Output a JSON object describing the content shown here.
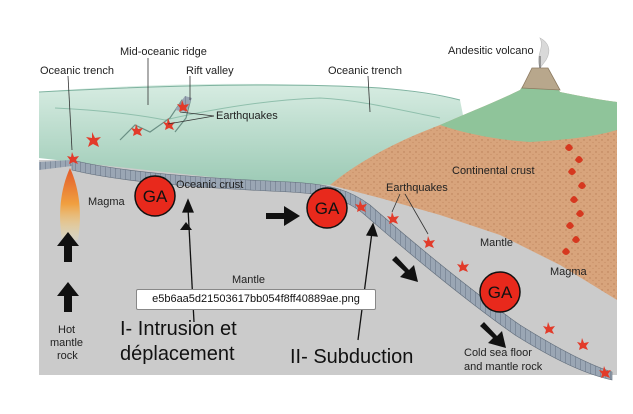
{
  "labels": {
    "mid_oceanic_ridge": "Mid-oceanic ridge",
    "oceanic_trench_left": "Oceanic trench",
    "rift_valley": "Rift valley",
    "oceanic_trench_right": "Oceanic trench",
    "andesitic_volcano": "Andesitic volcano",
    "earthquakes_top": "Earthquakes",
    "continental_crust": "Continental crust",
    "earthquakes_mid": "Earthquakes",
    "mantle_right": "Mantle",
    "magma_right": "Magma",
    "magma_left": "Magma",
    "oceanic_crust": "Oceanic crust",
    "mantle_center": "Mantle",
    "hot_mantle_rock_1": "Hot",
    "hot_mantle_rock_2": "mantle",
    "hot_mantle_rock_3": "rock",
    "cold_sea_floor_1": "Cold sea floor",
    "cold_sea_floor_2": "and mantle rock"
  },
  "markers": {
    "ga_1": "GA",
    "ga_2": "GA",
    "ga_3": "GA"
  },
  "captions": {
    "intrusion_line1": "I- Intrusion et",
    "intrusion_line2": "déplacement",
    "subduction": "II- Subduction"
  },
  "filename": "e5b6aa5d21503617bb054f8ff40889ae.png",
  "colors": {
    "ocean": "#b9dccb",
    "mantle": "#c9c9c9",
    "continental_crust": "#d9a57a",
    "slab": "#8d9aa8",
    "ga_fill": "#e8291c",
    "earthquake_star": "#e23b2a"
  }
}
